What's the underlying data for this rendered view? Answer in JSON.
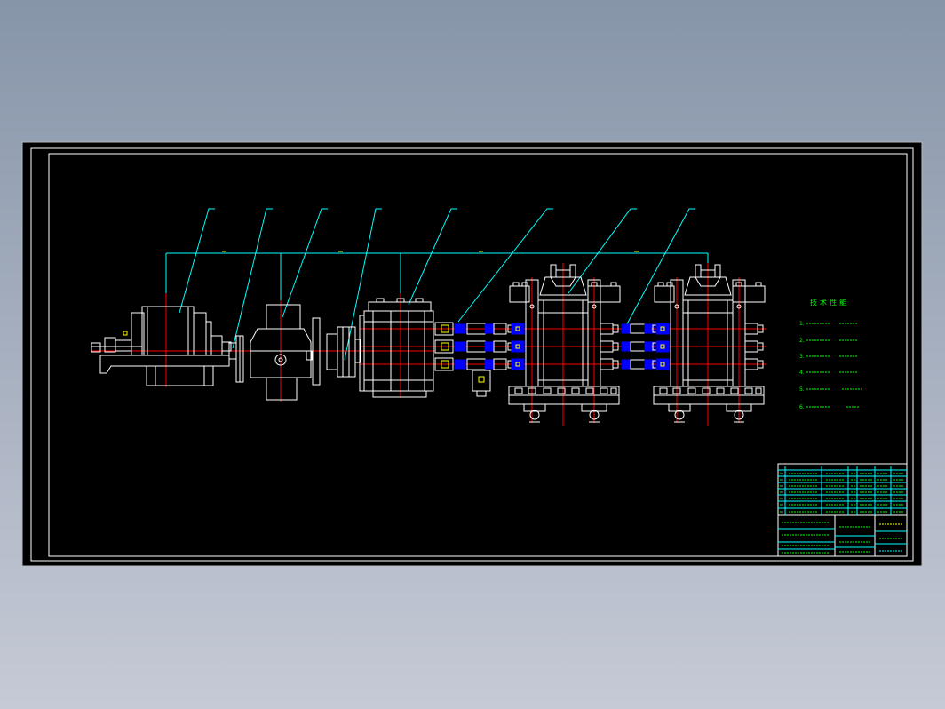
{
  "spec_block": {
    "heading": "技术性能",
    "item_numbers": [
      "1.",
      "2.",
      "3.",
      "4.",
      "5.",
      "6."
    ]
  },
  "colors": {
    "background_top": "#8795a9",
    "background_bottom": "#c6cad6",
    "canvas": "#000000",
    "frame": "#ffffff",
    "leader": "#00ffff",
    "centerline": "#ff0000",
    "coupling": "#0000ff",
    "marker": "#ffff00",
    "spec_text": "#00ff00"
  }
}
